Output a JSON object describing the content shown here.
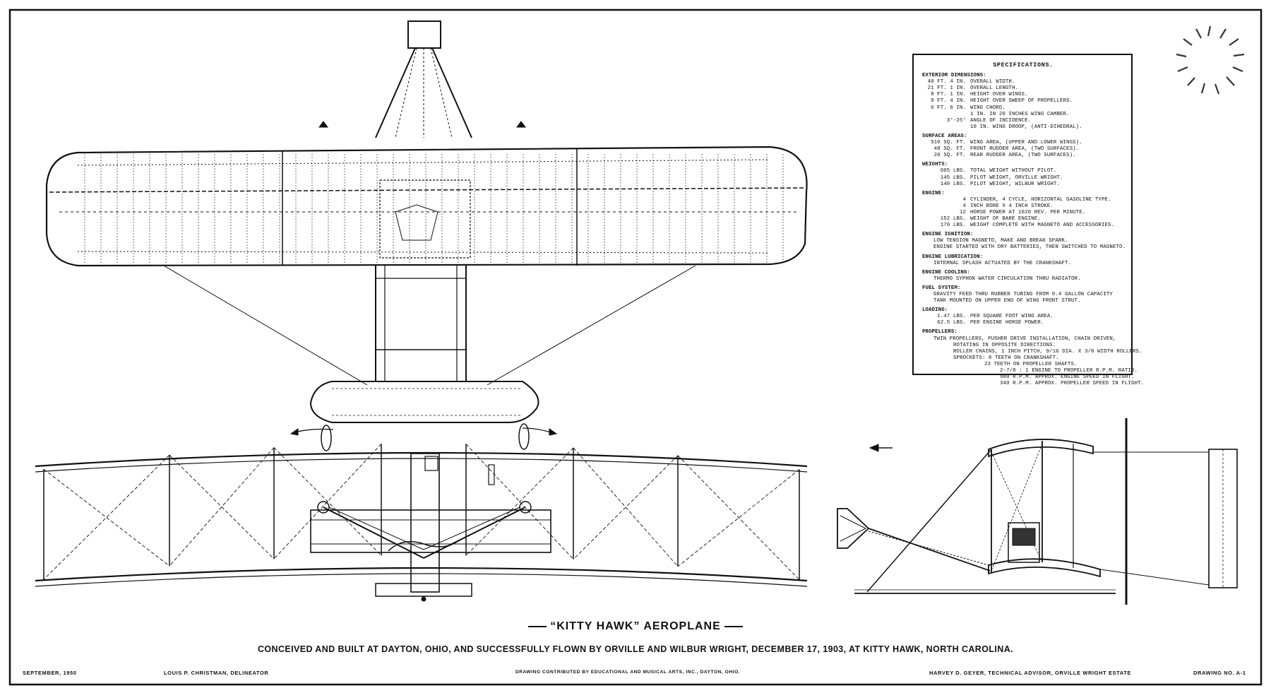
{
  "drawing": {
    "title": "“KITTY HAWK” AEROPLANE",
    "subtitle": "CONCEIVED AND BUILT AT DAYTON, OHIO, AND SUCCESSFULLY FLOWN BY ORVILLE AND WILBUR WRIGHT, DECEMBER 17, 1903, AT KITTY HAWK, NORTH CAROLINA.",
    "date": "SEPTEMBER, 1950",
    "delineator": "LOUIS P. CHRISTMAN, DELINEATOR",
    "contributor": "DRAWING CONTRIBUTED BY EDUCATIONAL AND MUSICAL ARTS, INC., DAYTON, OHIO.",
    "advisor": "HARVEY D. GEYER, TECHNICAL ADVISOR, ORVILLE WRIGHT ESTATE",
    "drawing_number": "DRAWING NO. A-1"
  },
  "specifications": {
    "title": "SPECIFICATIONS.",
    "exterior": {
      "heading": "EXTERIOR DIMENSIONS:",
      "rows": [
        {
          "value": "40 FT. 4 IN.",
          "label": "OVERALL WIDTH."
        },
        {
          "value": "21 FT. 1 IN.",
          "label": "OVERALL LENGTH."
        },
        {
          "value": "8 FT. 1 IN.",
          "label": "HEIGHT OVER WINGS."
        },
        {
          "value": "9 FT. 4 IN.",
          "label": "HEIGHT OVER SWEEP OF PROPELLERS."
        },
        {
          "value": "6 FT. 6 IN.",
          "label": "WING CHORD."
        },
        {
          "value": "",
          "label": "1 IN. IN 20 INCHES WING CAMBER."
        },
        {
          "value": "3°-25'",
          "label": "ANGLE OF INCIDENCE."
        },
        {
          "value": "",
          "label": "10 IN. WING DROOP, (ANTI-DIHEDRAL)."
        }
      ]
    },
    "surface": {
      "heading": "SURFACE AREAS:",
      "rows": [
        {
          "value": "510 SQ. FT.",
          "label": "WING AREA, (UPPER AND LOWER WINGS)."
        },
        {
          "value": "48 SQ. FT.",
          "label": "FRONT RUDDER AREA, (TWO SURFACES)."
        },
        {
          "value": "20 SQ. FT.",
          "label": "REAR RUDDER AREA, (TWO SURFACES)."
        }
      ]
    },
    "weights": {
      "heading": "WEIGHTS:",
      "rows": [
        {
          "value": "605 LBS.",
          "label": "TOTAL WEIGHT WITHOUT PILOT."
        },
        {
          "value": "145 LBS.",
          "label": "PILOT WEIGHT, ORVILLE WRIGHT."
        },
        {
          "value": "140 LBS.",
          "label": "PILOT WEIGHT, WILBUR WRIGHT."
        }
      ]
    },
    "engine": {
      "heading": "ENGINE:",
      "rows": [
        {
          "value": "4",
          "label": "CYLINDER, 4 CYCLE, HORIZONTAL GASOLINE TYPE."
        },
        {
          "value": "4",
          "label": "INCH BORE X 4 INCH STROKE."
        },
        {
          "value": "12",
          "label": "HORSE POWER AT 1020 REV. PER MINUTE."
        },
        {
          "value": "152 LBS.",
          "label": "WEIGHT OF BARE ENGINE."
        },
        {
          "value": "170 LBS.",
          "label": "WEIGHT COMPLETE WITH MAGNETO AND ACCESSORIES."
        }
      ]
    },
    "ignition": {
      "heading": "ENGINE IGNITION:",
      "lines": [
        "LOW TENSION MAGNETO, MAKE AND BREAK SPARK.",
        "ENGINE STARTED WITH DRY BATTERIES, THEN SWITCHED TO MAGNETO."
      ]
    },
    "lubrication": {
      "heading": "ENGINE LUBRICATION:",
      "lines": [
        "INTERNAL SPLASH ACTUATED BY THE CRANKSHAFT."
      ]
    },
    "cooling": {
      "heading": "ENGINE COOLING:",
      "lines": [
        "THERMO SYPHON WATER CIRCULATION THRU RADIATOR."
      ]
    },
    "fuel": {
      "heading": "FUEL SYSTEM:",
      "lines": [
        "GRAVITY FEED THRU RUBBER TUBING FROM 0.4 GALLON CAPACITY",
        "TANK MOUNTED ON UPPER END OF WING FRONT STRUT."
      ]
    },
    "loading": {
      "heading": "LOADING:",
      "rows": [
        {
          "value": "1.47 LBS.",
          "label": "PER SQUARE FOOT WING AREA."
        },
        {
          "value": "62.5 LBS.",
          "label": "PER ENGINE HORSE POWER."
        }
      ]
    },
    "propellers": {
      "heading": "PROPELLERS:",
      "line1": "TWIN PROPELLERS, PUSHER DRIVE INSTALLATION, CHAIN DRIVEN,",
      "line2": "ROTATING IN OPPOSITE DIRECTIONS.",
      "line3": "ROLLER CHAINS, 1 INCH PITCH, 9/16 DIA. X 3/8 WIDTH ROLLERS.",
      "line4": "SPROCKETS: 8 TEETH ON CRANKSHAFT.",
      "line5": "23 TEETH ON PROPELLER SHAFTS.",
      "line6": "2-7/8 : 1 ENGINE TO PROPELLER R.P.M. RATIO.",
      "line7": "980 R.P.M. APPROX. ENGINE SPEED IN FLIGHT.",
      "line8": "340 R.P.M. APPROX. PROPELLER SPEED IN FLIGHT."
    }
  },
  "style": {
    "ink": "#111111",
    "paper": "#ffffff"
  }
}
